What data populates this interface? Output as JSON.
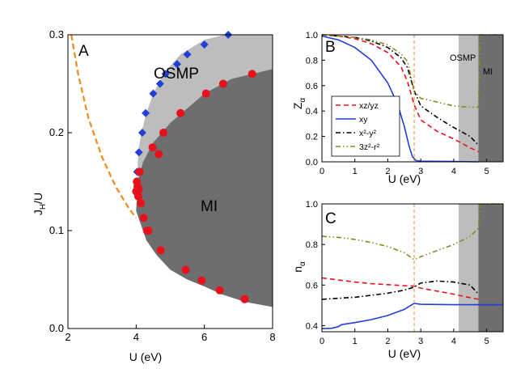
{
  "chart_data": [
    {
      "panel": "A",
      "type": "scatter",
      "xlabel": "U (eV)",
      "ylabel": "J_H/U",
      "ylabel_main": "J",
      "ylabel_sub": "H",
      "ylabel_rest": "/U",
      "xlim": [
        2,
        8
      ],
      "ylim": [
        0.0,
        0.3
      ],
      "xticks": [
        "2",
        "4",
        "6",
        "8"
      ],
      "yticks": [
        "0.0",
        "0.1",
        "0.2",
        "0.3"
      ],
      "regions": [
        "OSMP",
        "MI"
      ],
      "colors": {
        "osmp_fill": "#bdbdbd",
        "mi_fill": "#6e6e6e",
        "diamond": "#1f3fd6",
        "circle": "#e8101a",
        "dashed": "#f08a1d"
      },
      "osmp_boundary": [
        [
          4.02,
          0.125
        ],
        [
          4.03,
          0.15
        ],
        [
          4.06,
          0.18
        ],
        [
          4.15,
          0.2
        ],
        [
          4.3,
          0.22
        ],
        [
          4.5,
          0.24
        ],
        [
          4.8,
          0.26
        ],
        [
          5.3,
          0.28
        ],
        [
          6.0,
          0.295
        ],
        [
          6.6,
          0.3
        ]
      ],
      "mi_boundary_top": [
        [
          4.0,
          0.12
        ],
        [
          4.05,
          0.15
        ],
        [
          4.2,
          0.17
        ],
        [
          4.5,
          0.19
        ],
        [
          5.0,
          0.21
        ],
        [
          5.5,
          0.225
        ],
        [
          6.0,
          0.24
        ],
        [
          6.8,
          0.255
        ],
        [
          7.4,
          0.26
        ],
        [
          8.0,
          0.265
        ]
      ],
      "mi_boundary_bottom": [
        [
          4.0,
          0.12
        ],
        [
          4.1,
          0.11
        ],
        [
          4.3,
          0.09
        ],
        [
          4.6,
          0.075
        ],
        [
          5.0,
          0.06
        ],
        [
          5.5,
          0.05
        ],
        [
          6.0,
          0.043
        ],
        [
          6.5,
          0.035
        ],
        [
          7.2,
          0.027
        ],
        [
          8.0,
          0.022
        ]
      ],
      "diamonds": {
        "x": [
          4.0,
          4.03,
          4.08,
          4.18,
          4.28,
          4.5,
          4.7,
          4.86,
          5.2,
          5.5,
          6.0,
          6.7
        ],
        "y": [
          0.14,
          0.16,
          0.18,
          0.2,
          0.22,
          0.24,
          0.25,
          0.26,
          0.27,
          0.28,
          0.29,
          0.3
        ]
      },
      "circles": {
        "x": [
          4.0,
          4.02,
          4.04,
          4.06,
          4.1,
          4.14,
          4.22,
          4.36,
          4.48,
          4.66,
          4.8,
          5.3,
          6.05,
          6.55,
          7.4,
          4.08,
          4.32,
          4.72,
          5.45,
          5.92,
          6.45,
          7.18
        ],
        "y": [
          0.14,
          0.15,
          0.145,
          0.135,
          0.16,
          0.128,
          0.113,
          0.1,
          0.185,
          0.178,
          0.2,
          0.22,
          0.24,
          0.25,
          0.26,
          0.142,
          0.1,
          0.08,
          0.06,
          0.049,
          0.039,
          0.03
        ]
      },
      "dashed_curve": {
        "x": [
          2.1,
          2.3,
          2.6,
          3.0,
          3.4,
          3.8,
          4.0
        ],
        "y": [
          0.3,
          0.26,
          0.215,
          0.175,
          0.145,
          0.122,
          0.113
        ]
      }
    },
    {
      "panel": "B",
      "type": "line",
      "xlabel": "U (eV)",
      "ylabel": "Z_α",
      "ylabel_main": "Z",
      "ylabel_sub": "α",
      "xlim": [
        0,
        5.5
      ],
      "ylim": [
        0.0,
        1.0
      ],
      "xticks": [
        "0",
        "1",
        "2",
        "3",
        "4",
        "5"
      ],
      "yticks": [
        "0.0",
        "0.2",
        "0.4",
        "0.6",
        "0.8",
        "1.0"
      ],
      "vline_x": 2.8,
      "shaded_bands": [
        {
          "from": 4.15,
          "to": 4.75,
          "label": "OSMP",
          "color": "#bdbdbd"
        },
        {
          "from": 4.75,
          "to": 5.5,
          "label": "MI",
          "color": "#6e6e6e"
        }
      ],
      "legend": [
        {
          "name": "xz/yz",
          "color": "#e8101a",
          "dash": "6 4"
        },
        {
          "name": "xy",
          "color": "#1f3fd6",
          "dash": ""
        },
        {
          "name": "x²-y²",
          "color": "#000000",
          "dash": "6 3 1.5 3"
        },
        {
          "name": "3z²-r²",
          "color": "#8a8a1e",
          "dash": "6 3 1.5 3 1.5 3"
        }
      ],
      "series": [
        {
          "name": "xz/yz",
          "x": [
            0,
            0.5,
            1.0,
            1.5,
            2.0,
            2.4,
            2.6,
            2.8,
            3.0,
            3.5,
            4.0,
            4.5,
            4.75
          ],
          "y": [
            1.0,
            0.99,
            0.97,
            0.93,
            0.86,
            0.75,
            0.63,
            0.45,
            0.33,
            0.24,
            0.18,
            0.11,
            0.08
          ]
        },
        {
          "name": "xy",
          "x": [
            0,
            0.5,
            1.0,
            1.5,
            2.0,
            2.3,
            2.5,
            2.65,
            2.75,
            2.85,
            3.0,
            4.0,
            4.75
          ],
          "y": [
            0.99,
            0.96,
            0.9,
            0.8,
            0.62,
            0.45,
            0.28,
            0.12,
            0.04,
            0.01,
            0.005,
            0.003,
            0.0
          ]
        },
        {
          "name": "x²-y²",
          "x": [
            0,
            0.5,
            1.0,
            1.5,
            2.0,
            2.4,
            2.6,
            2.8,
            3.0,
            3.5,
            4.0,
            4.5,
            4.75
          ],
          "y": [
            1.0,
            0.99,
            0.98,
            0.95,
            0.9,
            0.82,
            0.74,
            0.56,
            0.44,
            0.35,
            0.27,
            0.2,
            0.13
          ]
        },
        {
          "name": "3z²-r²",
          "x": [
            0,
            0.5,
            1.0,
            1.5,
            2.0,
            2.4,
            2.6,
            2.8,
            3.0,
            3.5,
            4.0,
            4.5,
            4.75,
            4.8,
            5.5
          ],
          "y": [
            1.0,
            0.99,
            0.98,
            0.96,
            0.92,
            0.85,
            0.79,
            0.56,
            0.5,
            0.47,
            0.44,
            0.43,
            0.43,
            1.0,
            1.0
          ]
        }
      ]
    },
    {
      "panel": "C",
      "type": "line",
      "xlabel": "U (eV)",
      "ylabel": "n_α",
      "ylabel_main": "n",
      "ylabel_sub": "α",
      "xlim": [
        0,
        5.5
      ],
      "ylim": [
        0.37,
        1.0
      ],
      "xticks": [
        "0",
        "1",
        "2",
        "3",
        "4",
        "5"
      ],
      "yticks": [
        "0.4",
        "0.6",
        "0.8",
        "1.0"
      ],
      "ytick_values": [
        0.4,
        0.6,
        0.8,
        1.0
      ],
      "vline_x": 2.8,
      "shaded_bands": [
        {
          "from": 4.15,
          "to": 4.75,
          "color": "#bdbdbd"
        },
        {
          "from": 4.75,
          "to": 5.5,
          "color": "#6e6e6e"
        }
      ],
      "series": [
        {
          "name": "xz/yz",
          "x": [
            0,
            0.5,
            1.0,
            1.5,
            2.0,
            2.5,
            2.8,
            3.0,
            3.5,
            4.0,
            4.5,
            4.75
          ],
          "y": [
            0.635,
            0.625,
            0.615,
            0.607,
            0.602,
            0.597,
            0.595,
            0.585,
            0.57,
            0.555,
            0.538,
            0.53
          ]
        },
        {
          "name": "xy",
          "x": [
            0,
            0.3,
            0.5,
            0.6,
            1.0,
            1.5,
            2.0,
            2.5,
            2.8,
            3.0,
            4.0,
            5.5
          ],
          "y": [
            0.385,
            0.387,
            0.395,
            0.405,
            0.415,
            0.43,
            0.45,
            0.48,
            0.51,
            0.505,
            0.503,
            0.503
          ]
        },
        {
          "name": "x²-y²",
          "x": [
            0,
            0.5,
            1.0,
            1.5,
            2.0,
            2.5,
            2.8,
            3.0,
            3.5,
            4.0,
            4.5,
            4.75
          ],
          "y": [
            0.53,
            0.535,
            0.54,
            0.55,
            0.56,
            0.575,
            0.59,
            0.61,
            0.62,
            0.615,
            0.6,
            0.555
          ]
        },
        {
          "name": "3z²-r²",
          "x": [
            0,
            0.5,
            1.0,
            1.5,
            2.0,
            2.5,
            2.8,
            3.0,
            3.5,
            4.0,
            4.5,
            4.75,
            4.8,
            5.5
          ],
          "y": [
            0.84,
            0.835,
            0.825,
            0.81,
            0.79,
            0.76,
            0.725,
            0.74,
            0.77,
            0.8,
            0.84,
            0.88,
            1.0,
            1.0
          ]
        }
      ]
    }
  ]
}
